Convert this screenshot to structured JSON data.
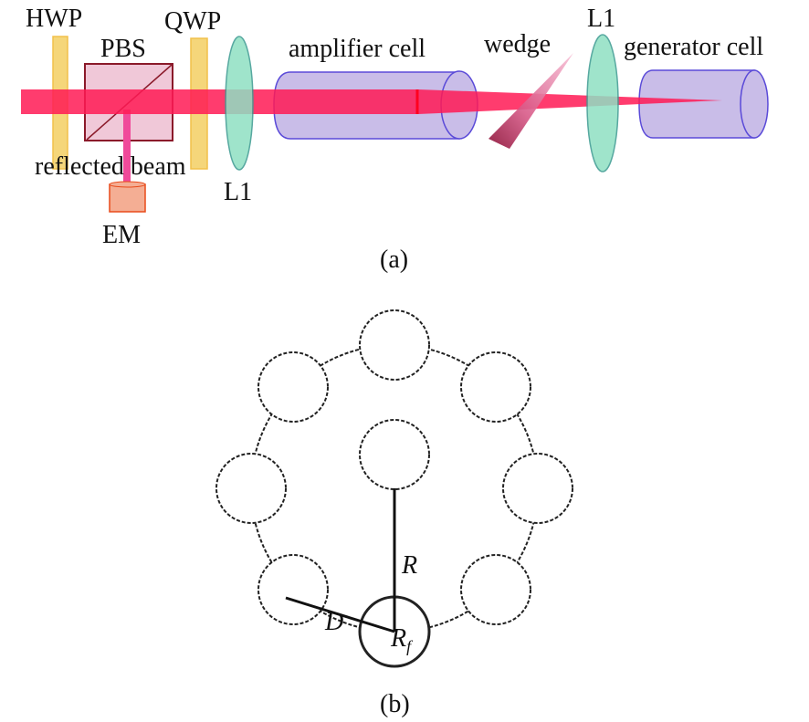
{
  "panel_a": {
    "caption": "(a)",
    "labels": {
      "hwp": "HWP",
      "pbs": "PBS",
      "qwp": "QWP",
      "lens1": "L1",
      "amplifier": "amplifier cell",
      "wedge": "wedge",
      "lens2": "L1",
      "generator": "generator cell",
      "reflected": "reflected beam",
      "em": "EM"
    },
    "colors": {
      "beam": "#ff1a55",
      "waveplate": "#f5d67a",
      "lens": "#8fe0c3",
      "cell": "#c9bde8",
      "pbs": "#f0c8d8",
      "em": "#f4ae94"
    }
  },
  "panel_b": {
    "caption": "(b)",
    "labels": {
      "R": "R",
      "D": "D",
      "Rf": "R",
      "Rf_sub": "f"
    }
  }
}
